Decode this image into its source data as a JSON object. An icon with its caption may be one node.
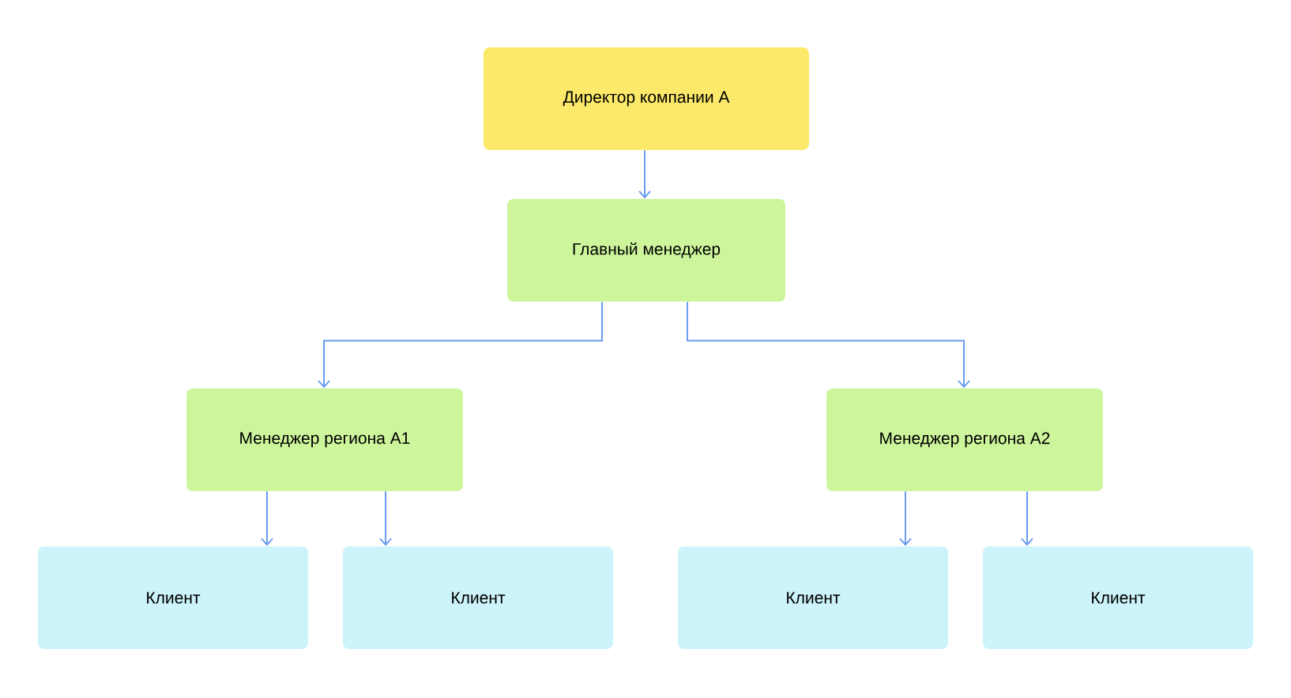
{
  "diagram": {
    "nodes": [
      {
        "text": [
          "Директор компании А"
        ]
      },
      {
        "text": [
          "Главный менеджер"
        ]
      },
      {
        "text": [
          "Менеджер региона А1"
        ]
      },
      {
        "text": [
          "Менеджер региона А2"
        ]
      },
      {
        "text": [
          "Клиент"
        ]
      },
      {
        "text": [
          "Клиент"
        ]
      },
      {
        "text": [
          "Клиент"
        ]
      },
      {
        "text": [
          "Клиент"
        ]
      }
    ],
    "edges": [
      {
        "from": 0,
        "to": 1,
        "arrow": "to"
      },
      {
        "from": 1,
        "to": 2,
        "arrow": "to"
      },
      {
        "from": 1,
        "to": 3,
        "arrow": "to"
      },
      {
        "from": 2,
        "to": 4,
        "arrow": "to"
      },
      {
        "from": 2,
        "to": 5,
        "arrow": "to"
      },
      {
        "from": 3,
        "to": 6,
        "arrow": "to"
      },
      {
        "from": 3,
        "to": 7,
        "arrow": "to"
      }
    ]
  }
}
